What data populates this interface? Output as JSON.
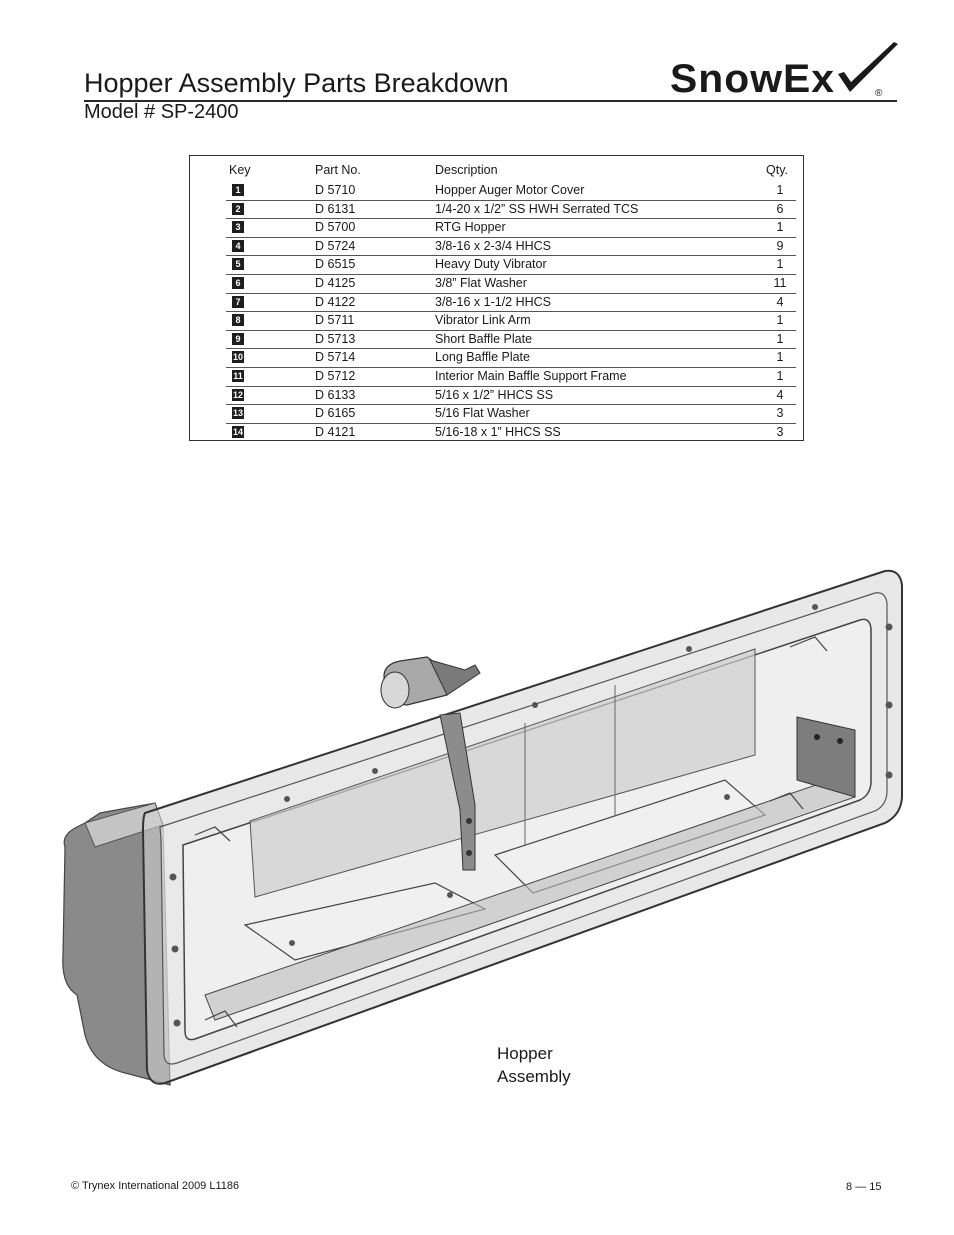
{
  "header": {
    "title": "Hopper Assembly Parts Breakdown",
    "model": "Model # SP-2400",
    "logo_text": "SnowEx",
    "logo_mark": "®"
  },
  "table": {
    "columns": {
      "key": "Key",
      "part": "Part No.",
      "desc": "Description",
      "qty": "Qty."
    },
    "rows": [
      {
        "key": "1",
        "part": "D 5710",
        "desc": "Hopper Auger Motor Cover",
        "qty": "1"
      },
      {
        "key": "2",
        "part": "D 6131",
        "desc": "1/4-20 x 1/2” SS HWH Serrated TCS",
        "qty": "6"
      },
      {
        "key": "3",
        "part": "D 5700",
        "desc": "RTG Hopper",
        "qty": "1"
      },
      {
        "key": "4",
        "part": "D 5724",
        "desc": "3/8-16 x 2-3/4 HHCS",
        "qty": "9"
      },
      {
        "key": "5",
        "part": "D 6515",
        "desc": "Heavy Duty Vibrator",
        "qty": "1"
      },
      {
        "key": "6",
        "part": "D 4125",
        "desc": "3/8” Flat Washer",
        "qty": "11"
      },
      {
        "key": "7",
        "part": "D 4122",
        "desc": "3/8-16 x 1-1/2 HHCS",
        "qty": "4"
      },
      {
        "key": "8",
        "part": "D 5711",
        "desc": "Vibrator Link Arm",
        "qty": "1"
      },
      {
        "key": "9",
        "part": "D 5713",
        "desc": "Short Baffle Plate",
        "qty": "1"
      },
      {
        "key": "10",
        "part": "D 5714",
        "desc": "Long Baffle Plate",
        "qty": "1"
      },
      {
        "key": "11",
        "part": "D 5712",
        "desc": "Interior Main Baffle Support Frame",
        "qty": "1"
      },
      {
        "key": "12",
        "part": "D 6133",
        "desc": "5/16 x 1/2”  HHCS  SS",
        "qty": "4"
      },
      {
        "key": "13",
        "part": "D 6165",
        "desc": "5/16 Flat Washer",
        "qty": "3"
      },
      {
        "key": "14",
        "part": "D 4121",
        "desc": "5/16-18 x 1” HHCS  SS",
        "qty": "3"
      }
    ]
  },
  "caption": {
    "line1": "Hopper",
    "line2": "Assembly"
  },
  "footer": {
    "copyright": "© Trynex International 2009    L1186",
    "page": "8 — 15"
  }
}
